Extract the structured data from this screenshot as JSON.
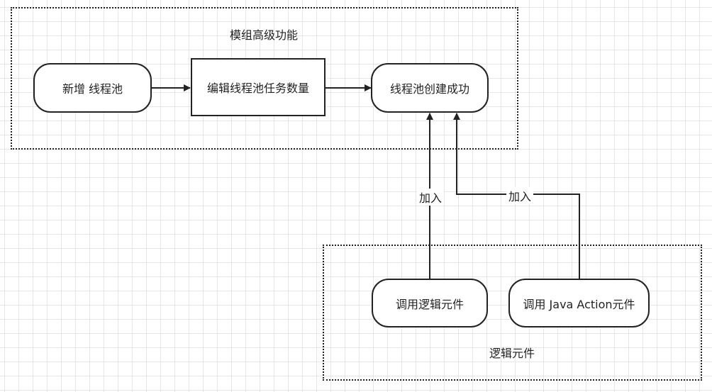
{
  "groups": {
    "advanced": {
      "title": "模组高级功能"
    },
    "logic": {
      "title": "逻辑元件"
    }
  },
  "nodes": {
    "new_pool": "新增 线程池",
    "edit_tasks": "编辑线程池任务数量",
    "pool_created": "线程池创建成功",
    "call_logic": "调用逻辑元件",
    "call_java": "调用 Java Action元件"
  },
  "edges": {
    "join_left": "加入",
    "join_right": "加入"
  },
  "colors": {
    "stroke": "#222222",
    "grid": "#e6e6e6",
    "background": "#ffffff"
  }
}
